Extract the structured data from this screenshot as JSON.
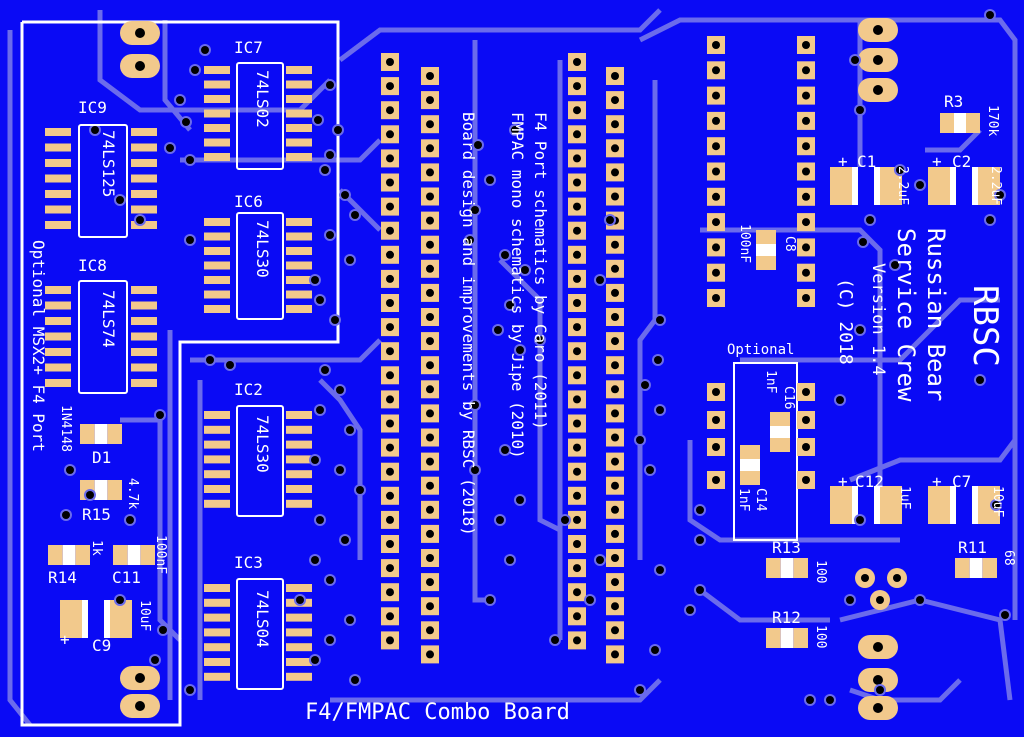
{
  "title": "F4/FMPAC Combo Board",
  "brand": {
    "short": "RBSC",
    "line1": "Russian Bear",
    "line2": "Service Crew",
    "version": "Version 1.4",
    "copyright": "(C) 2018"
  },
  "credits": [
    "F4 Port schematics by Caro (2011)",
    "FMPAC mono schematics by Jipe (2010)",
    "Board design and improvements by RBSC (2018)"
  ],
  "optional_port": "Optional MSX2+ F4 Port",
  "optional_label": "Optional",
  "ics": [
    {
      "ref": "IC7",
      "part": "74LS02"
    },
    {
      "ref": "IC6",
      "part": "74LS30"
    },
    {
      "ref": "IC2",
      "part": "74LS30"
    },
    {
      "ref": "IC3",
      "part": "74LS04"
    },
    {
      "ref": "IC9",
      "part": "74LS125"
    },
    {
      "ref": "IC8",
      "part": "74LS74"
    }
  ],
  "parts": {
    "R3": {
      "ref": "R3",
      "value": "170k"
    },
    "C1": {
      "ref": "C1",
      "value": "2.2uF"
    },
    "C2": {
      "ref": "C2",
      "value": "2.2uF"
    },
    "C8": {
      "ref": "C8",
      "value": "100nF"
    },
    "C16": {
      "ref": "C16",
      "value": "1nF"
    },
    "C14": {
      "ref": "C14",
      "value": "1nF"
    },
    "C12": {
      "ref": "C12",
      "value": "1uF"
    },
    "C7": {
      "ref": "C7",
      "value": "10uF"
    },
    "R11": {
      "ref": "R11",
      "value": "68"
    },
    "R13": {
      "ref": "R13",
      "value": "100"
    },
    "R12": {
      "ref": "R12",
      "value": "100"
    },
    "D1": {
      "ref": "D1",
      "value": "1N4148"
    },
    "R15": {
      "ref": "R15",
      "value": "4.7k"
    },
    "R14": {
      "ref": "R14",
      "value": "1k"
    },
    "C11": {
      "ref": "C11",
      "value": "100nF"
    },
    "C9": {
      "ref": "C9",
      "value": "10uF"
    }
  },
  "plus": "+",
  "colors": {
    "board": "#0a0af5",
    "trace": "#6b6bec",
    "pad": "#f2c98c",
    "silk": "#ffffff"
  }
}
